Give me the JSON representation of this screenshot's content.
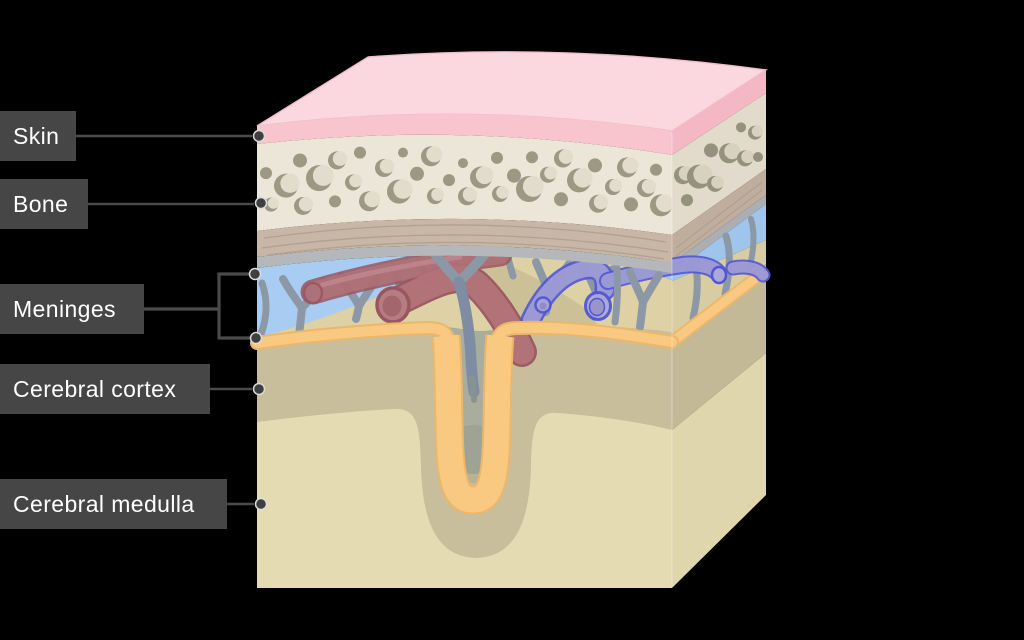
{
  "canvas": {
    "background": "#000000"
  },
  "labels": {
    "skin": "Skin",
    "bone": "Bone",
    "meninges": "Meninges",
    "cortex": "Cerebral cortex",
    "medulla": "Cerebral medulla"
  },
  "label_style": {
    "chip_bg": "#464646",
    "chip_text": "#ffffff",
    "line_color": "#4a4a4a",
    "dot_fill": "#3f3f3f",
    "dot_ring": "#dcdcdc"
  },
  "colors": {
    "skin_top": "#fbd7e0",
    "skin_front": "#f8c5cf",
    "skin_side": "#f3b8c4",
    "bone_front": "#ece6d9",
    "bone_side": "#e2dbcc",
    "bone_hole": "#9b9984",
    "bone_hole_side": "#94927d",
    "periosteum_front": "#c8b7a6",
    "periosteum_side": "#bfae9d",
    "dura_front": "#b4b8bb",
    "dura_side": "#abafb3",
    "csf_blue": "#a9cdf2",
    "csf_blue_side": "#9fc5ec",
    "gyrus_mound": "#ddd1a5",
    "gyrus_side": "#d8cca2",
    "trabecula": "#8c98a6",
    "artery_fill": "#b27379",
    "artery_outline": "#99565f",
    "vein_fill": "#a7a3d4",
    "vein_outline": "#5156d6",
    "pia_fill": "#f9c981",
    "pia_outline": "#ecb76a",
    "cortex_front": "#c9be9c",
    "cortex_side": "#c4b997",
    "medulla_front": "#e5dbb2",
    "medulla_side": "#e0d6ad",
    "sulcus_gap": "#a9ad9d",
    "sulcus_vessel": "#7f8da4"
  }
}
